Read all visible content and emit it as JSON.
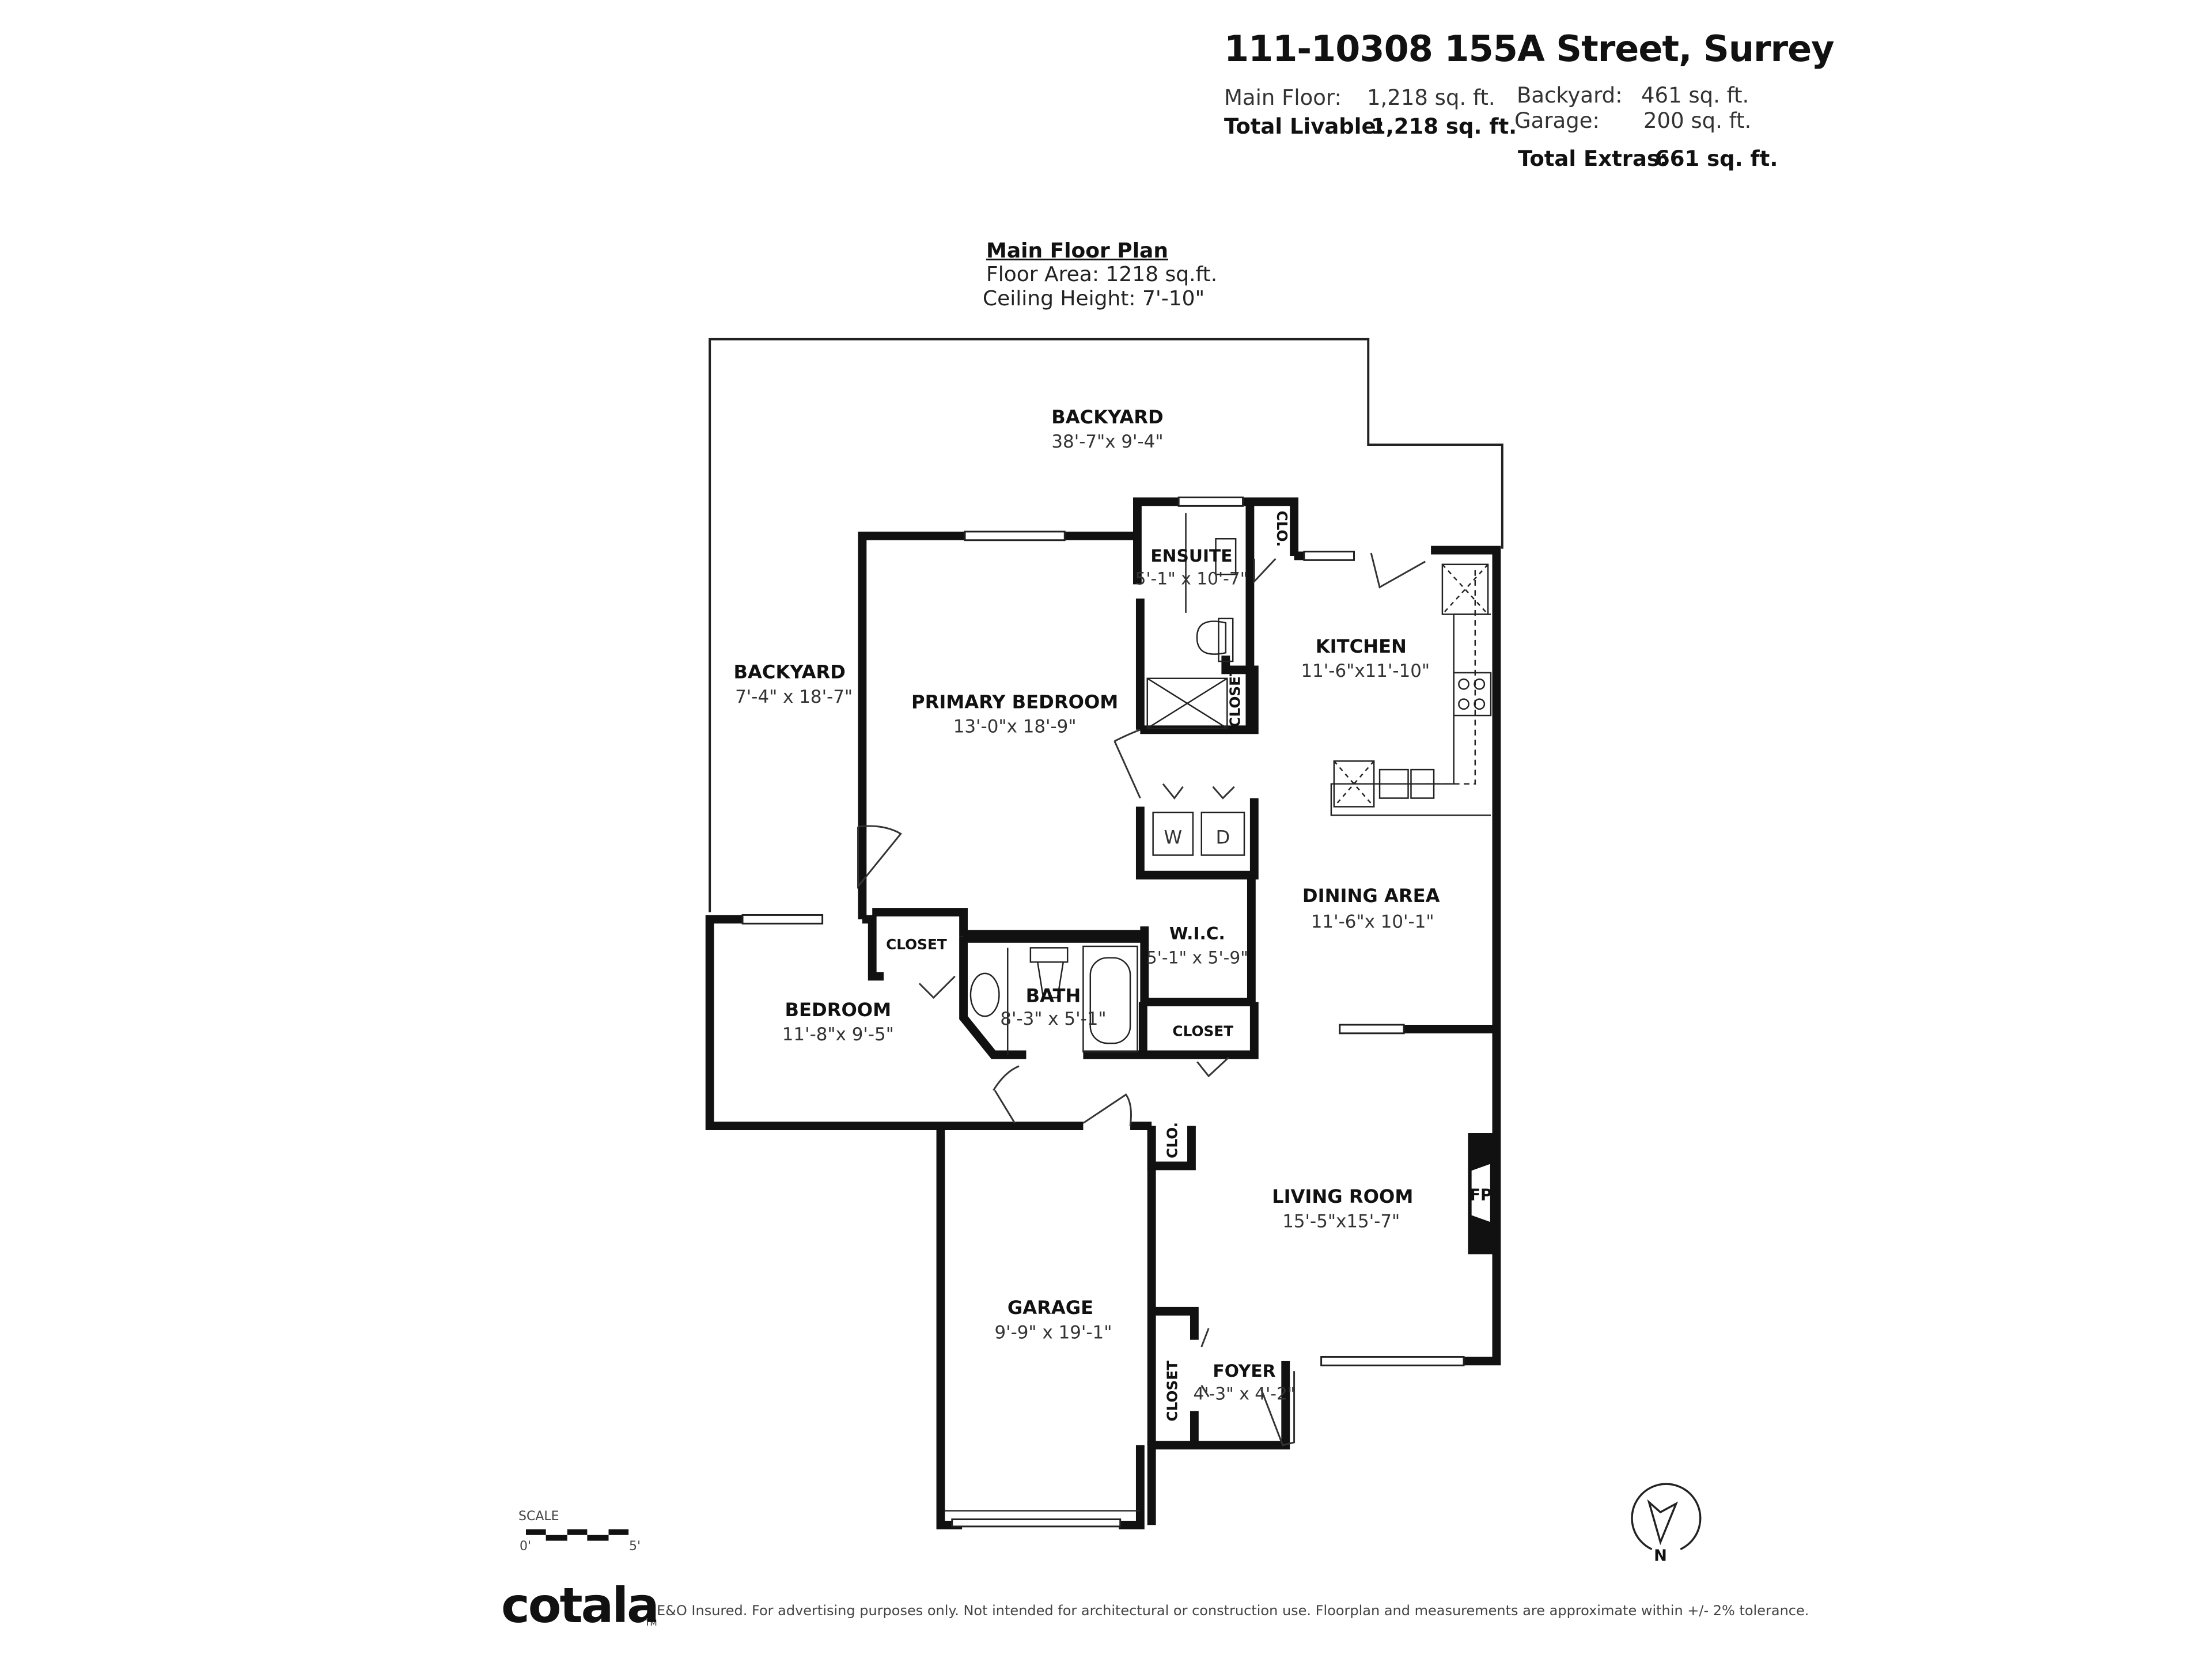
{
  "header": {
    "address": "111-10308 155A Street, Surrey",
    "main_floor_label": "Main Floor:",
    "main_floor_value": "1,218 sq. ft.",
    "total_livable_label": "Total Livable:",
    "total_livable_value": "1,218 sq. ft.",
    "backyard_label": "Backyard:",
    "backyard_value": "461 sq. ft.",
    "garage_label": "Garage:",
    "garage_value": "200 sq. ft.",
    "total_extras_label": "Total Extras:",
    "total_extras_value": "661 sq. ft."
  },
  "plan": {
    "title": "Main Floor Plan",
    "floor_area": "Floor Area: 1218 sq.ft.",
    "ceiling_height": "Ceiling Height: 7'-10\""
  },
  "rooms": {
    "backyard_top": {
      "name": "BACKYARD",
      "dims": "38'-7\"x 9'-4\""
    },
    "backyard_left": {
      "name": "BACKYARD",
      "dims": "7'-4\" x 18'-7\""
    },
    "ensuite": {
      "name": "ENSUITE",
      "dims": "5'-1\" x 10'-7\""
    },
    "clo_top": {
      "name": "CLO."
    },
    "kitchen": {
      "name": "KITCHEN",
      "dims": "11'-6\"x11'-10\""
    },
    "primary_bedroom": {
      "name": "PRIMARY BEDROOM",
      "dims": "13'-0\"x 18'-9\""
    },
    "ensuite_closet": {
      "name": "CLOSET"
    },
    "washer": {
      "name": "W"
    },
    "dryer": {
      "name": "D"
    },
    "dining_area": {
      "name": "DINING AREA",
      "dims": "11'-6\"x 10'-1\""
    },
    "wic": {
      "name": "W.I.C.",
      "dims": "5'-1\" x 5'-9\""
    },
    "bedroom_closet": {
      "name": "CLOSET"
    },
    "bedroom": {
      "name": "BEDROOM",
      "dims": "11'-8\"x 9'-5\""
    },
    "bath": {
      "name": "BATH",
      "dims": "8'-3\" x 5'-1\""
    },
    "hall_closet": {
      "name": "CLOSET"
    },
    "clo_mid": {
      "name": "CLO."
    },
    "living_room": {
      "name": "LIVING ROOM",
      "dims": "15'-5\"x15'-7\""
    },
    "fireplace": {
      "name": "FP"
    },
    "garage": {
      "name": "GARAGE",
      "dims": "9'-9\" x 19'-1\""
    },
    "foyer_closet": {
      "name": "CLOSET"
    },
    "foyer": {
      "name": "FOYER",
      "dims": "4'-3\" x 4'-2\""
    }
  },
  "scale": {
    "label": "SCALE",
    "start": "0'",
    "end": "5'"
  },
  "compass": {
    "label": "N"
  },
  "footer": {
    "brand": "cotala",
    "trademark": "TM",
    "disclaimer": "E&O Insured. For advertising purposes only. Not intended for architectural or construction use. Floorplan and measurements are approximate within +/- 2% tolerance."
  }
}
